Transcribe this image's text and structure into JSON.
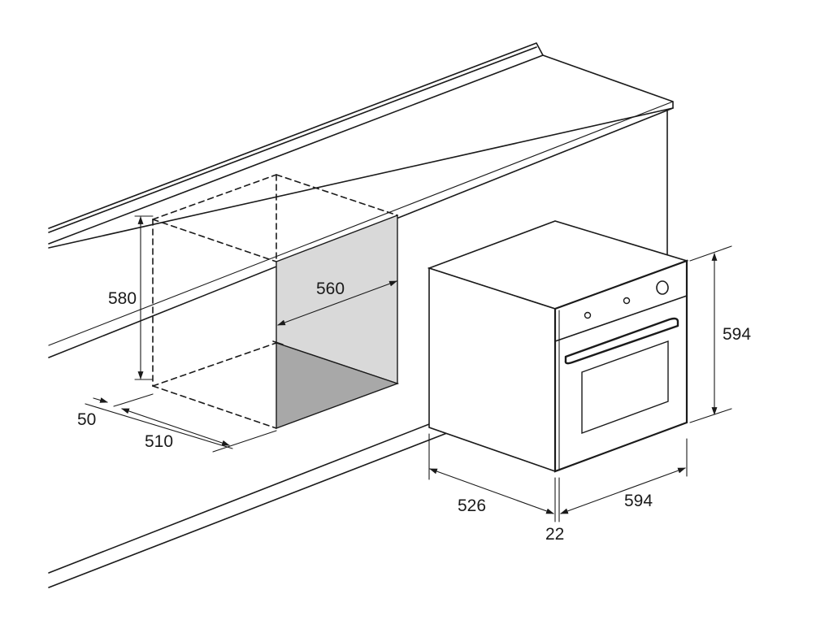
{
  "colors": {
    "line": "#1a1a1a",
    "niche_back": "#d9d9d9",
    "niche_floor": "#a8a8a8",
    "oven_body": "#ffffff"
  },
  "dimensions": {
    "niche_height": "580",
    "niche_width": "560",
    "niche_depth": "510",
    "niche_gap": "50",
    "oven_height": "594",
    "oven_width": "594",
    "oven_depth": "526",
    "door_thickness": "22"
  }
}
